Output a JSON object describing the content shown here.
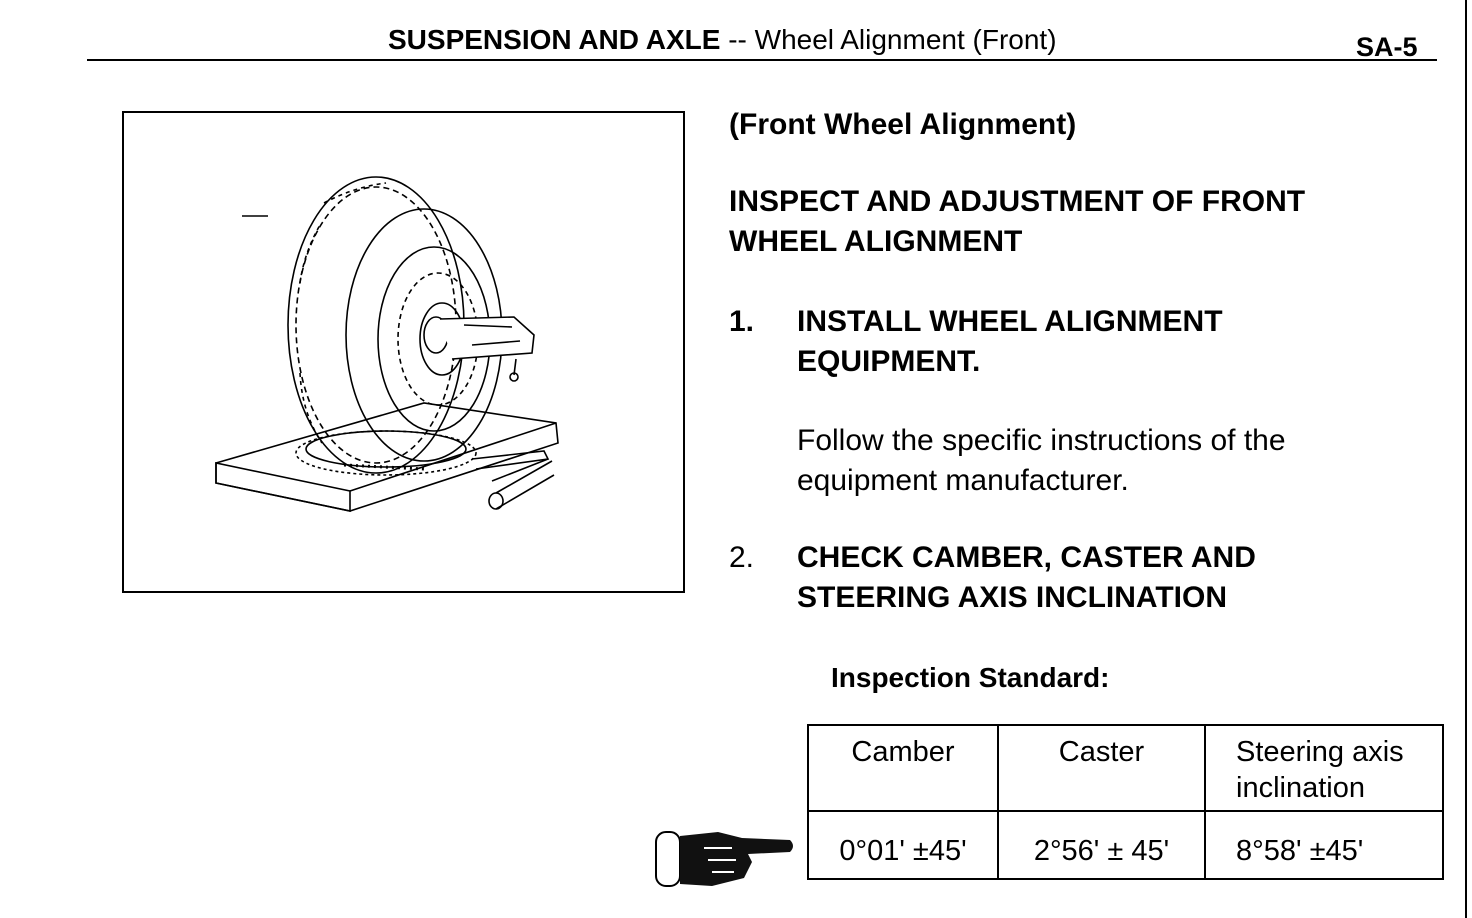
{
  "header": {
    "section": "SUSPENSION AND AXLE",
    "separator": " -- ",
    "subsection": "Wheel Alignment (Front)",
    "page_number": "SA-5"
  },
  "figure": {
    "icon": "wheel-on-turning-radius-gauge-illustration"
  },
  "content": {
    "section_label": "(Front Wheel Alignment)",
    "main_heading_line1": "INSPECT AND ADJUSTMENT OF FRONT",
    "main_heading_line2": "WHEEL ALIGNMENT",
    "steps": [
      {
        "number": "1.",
        "title_line1": "INSTALL WHEEL ALIGNMENT",
        "title_line2": "EQUIPMENT.",
        "body_line1": "Follow the specific instructions of the",
        "body_line2": "equipment manufacturer."
      },
      {
        "number": "2.",
        "title_line1": "CHECK CAMBER, CASTER AND",
        "title_line2": "STEERING AXIS INCLINATION"
      }
    ],
    "inspection_label": "Inspection Standard:"
  },
  "table": {
    "headers": [
      "Camber",
      "Caster",
      "Steering axis",
      "inclination"
    ],
    "values": [
      "0°01' ±45'",
      "2°56' ± 45'",
      "8°58' ±45'"
    ]
  },
  "pointer": {
    "icon": "pointing-hand-icon"
  }
}
